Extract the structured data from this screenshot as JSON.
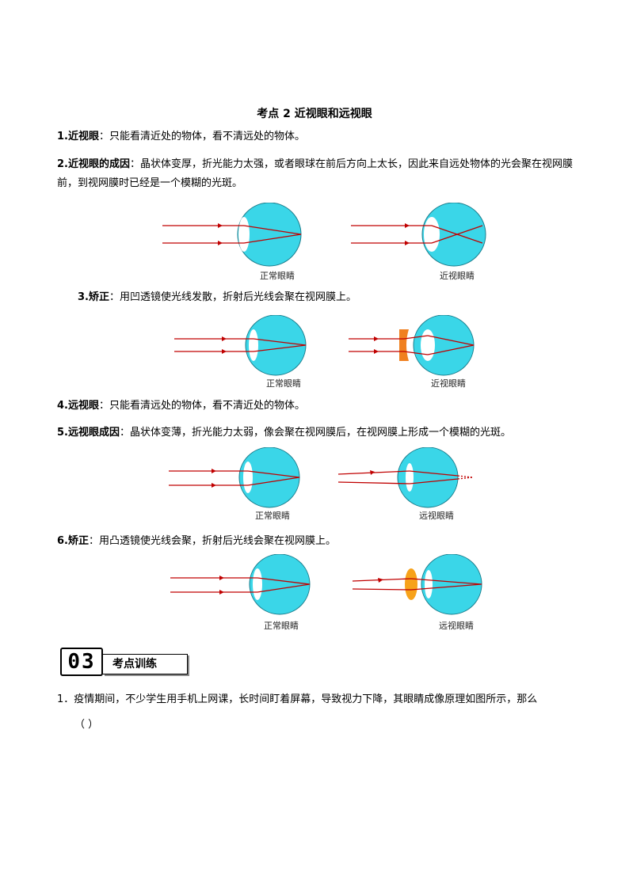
{
  "title": "考点 2  近视眼和远视眼",
  "items": [
    {
      "head": "1.近视眼",
      "text": "：只能看清近处的物体，看不清远处的物体。"
    },
    {
      "head": "2.近视眼的成因",
      "text": "：晶状体变厚，折光能力太强，或者眼球在前后方向上太长，因此来自远处物体的光会聚在视网膜前，到视网膜时已经是一个模糊的光斑。"
    },
    {
      "head": "3.矫正",
      "text": "：用凹透镜使光线发散，折射后光线会聚在视网膜上。"
    },
    {
      "head": "4.远视眼",
      "text": "：只能看清远处的物体，看不清近处的物体。"
    },
    {
      "head": "5.远视眼成因",
      "text": "：晶状体变薄，折光能力太弱，像会聚在视网膜后，在视网膜上形成一个模糊的光斑。"
    },
    {
      "head": "6.矫正",
      "text": "：用凸透镜使光线会聚，折射后光线会聚在视网膜上。"
    }
  ],
  "captions": {
    "normal": "正常眼睛",
    "myopia": "近视眼睛",
    "hyperopia": "远视眼睛"
  },
  "section": {
    "number": "03",
    "label": "考点训练"
  },
  "question": {
    "text": "1．疫情期间，不少学生用手机上网课，长时间盯着屏幕，导致视力下降，其眼睛成像原理如图所示，那么",
    "blank": "（     ）"
  },
  "colors": {
    "eyeball": "#3ad6e8",
    "ray": "#c00000",
    "concave_lens": "#f08020",
    "convex_lens": "#f7a21a"
  }
}
